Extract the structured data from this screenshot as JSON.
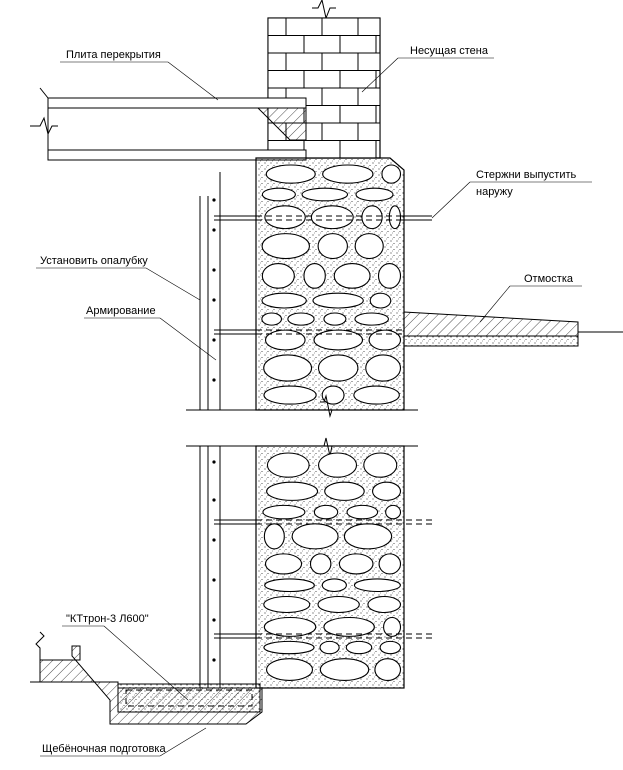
{
  "labels": {
    "slab": "Плита перекрытия",
    "bearing_wall": "Несущая стена",
    "rods_line1": "Стержни выпустить",
    "rods_line2": "наружу",
    "formwork": "Установить опалубку",
    "blind_area": "Отмостка",
    "reinforcement": "Армирование",
    "product": "\"КТтрон-3 Л600\"",
    "gravel_bed": "Щебёночная подготовка"
  }
}
